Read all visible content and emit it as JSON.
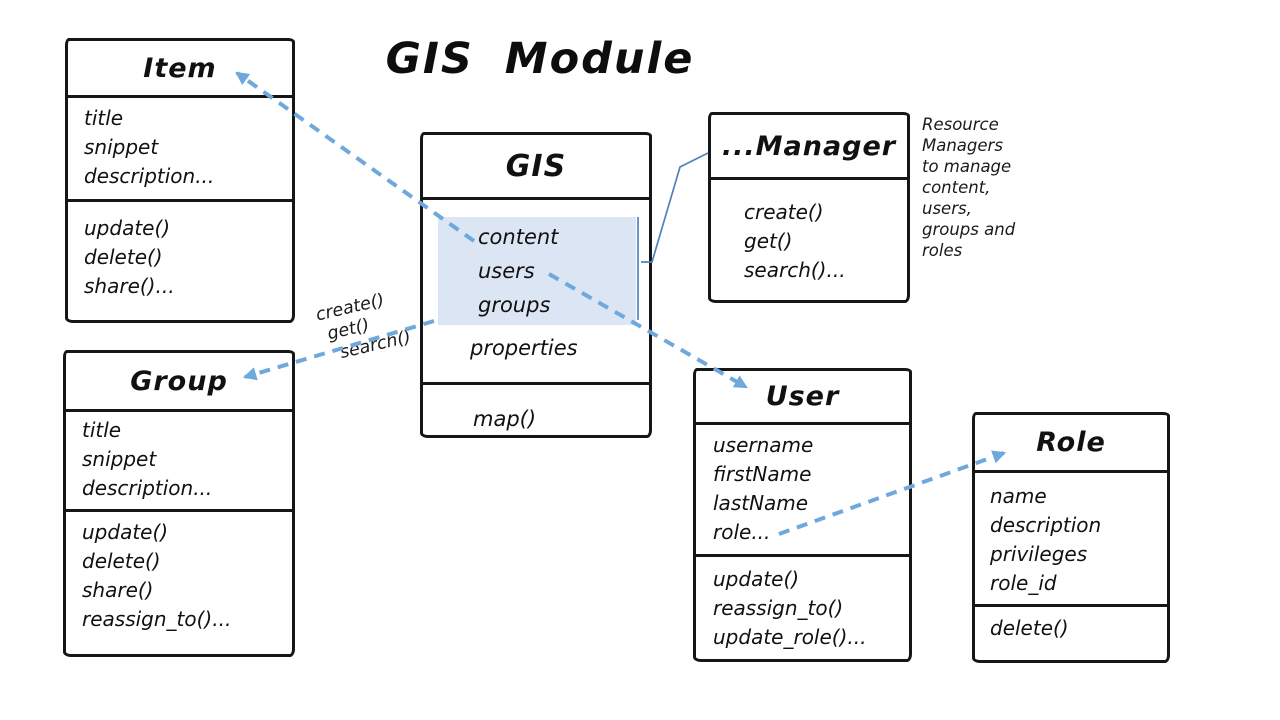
{
  "title": "GIS Module",
  "colors": {
    "arrow": "#6fa8dc",
    "connector": "#4f81bd",
    "highlight": "#dbe5f3",
    "border": "#161616"
  },
  "classes": [
    {
      "name": "Item",
      "attributes": [
        "title",
        "snippet",
        "description..."
      ],
      "methods": [
        "update()",
        "delete()",
        "share()..."
      ]
    },
    {
      "name": "GIS",
      "highlighted_attributes": [
        "content",
        "users",
        "groups"
      ],
      "attributes": [
        "properties"
      ],
      "methods": [
        "map()"
      ]
    },
    {
      "name": "...Manager",
      "methods": [
        "create()",
        "get()",
        "search()..."
      ]
    },
    {
      "name": "Group",
      "attributes": [
        "title",
        "snippet",
        "description..."
      ],
      "methods": [
        "update()",
        "delete()",
        "share()",
        "reassign_to()..."
      ]
    },
    {
      "name": "User",
      "attributes": [
        "username",
        "firstName",
        "lastName",
        "role..."
      ],
      "methods": [
        "update()",
        "reassign_to()",
        "update_role()..."
      ]
    },
    {
      "name": "Role",
      "attributes": [
        "name",
        "description",
        "privileges",
        "role_id"
      ],
      "methods": [
        "delete()"
      ]
    }
  ],
  "manager_note": {
    "lines": [
      "Resource",
      "Managers",
      "to manage",
      "content,",
      "users,",
      "groups and",
      "roles"
    ]
  },
  "gis_group_arrow_label": {
    "lines": [
      "create()",
      "get()",
      "search()"
    ]
  },
  "relations": [
    {
      "from": "GIS.content",
      "to": "Item",
      "style": "dashed-arrow"
    },
    {
      "from": "GIS.groups",
      "to": "Group",
      "style": "dashed-arrow",
      "label": "create() get() search()"
    },
    {
      "from": "GIS.users",
      "to": "User",
      "style": "dashed-arrow"
    },
    {
      "from": "User.role",
      "to": "Role",
      "style": "dashed-arrow"
    },
    {
      "from": "GIS.highlighted_attributes",
      "to": "...Manager",
      "style": "solid-bracket"
    }
  ]
}
